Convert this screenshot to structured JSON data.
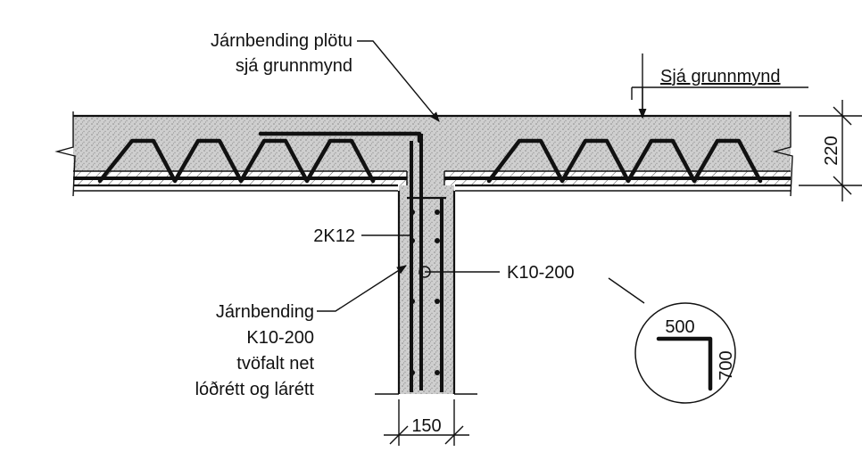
{
  "labels": {
    "slab_rebar_line1": "Járnbending plötu",
    "slab_rebar_line2": "sjá grunnmynd",
    "see_plan": "Sjá grunnmynd",
    "bars_2k12": "2K12",
    "stirrup": "K10-200",
    "wall_rebar_line1": "Járnbending",
    "wall_rebar_line2": "K10-200",
    "wall_rebar_line3": "tvöfalt net",
    "wall_rebar_line4": "lóðrétt og lárétt"
  },
  "dimensions": {
    "slab_thickness": "220",
    "wall_thickness": "150",
    "bend_leg_horizontal": "500",
    "bend_leg_vertical": "700"
  },
  "colors": {
    "line": "#111111",
    "concrete_fill": "#c8c8c8",
    "background": "#ffffff"
  }
}
